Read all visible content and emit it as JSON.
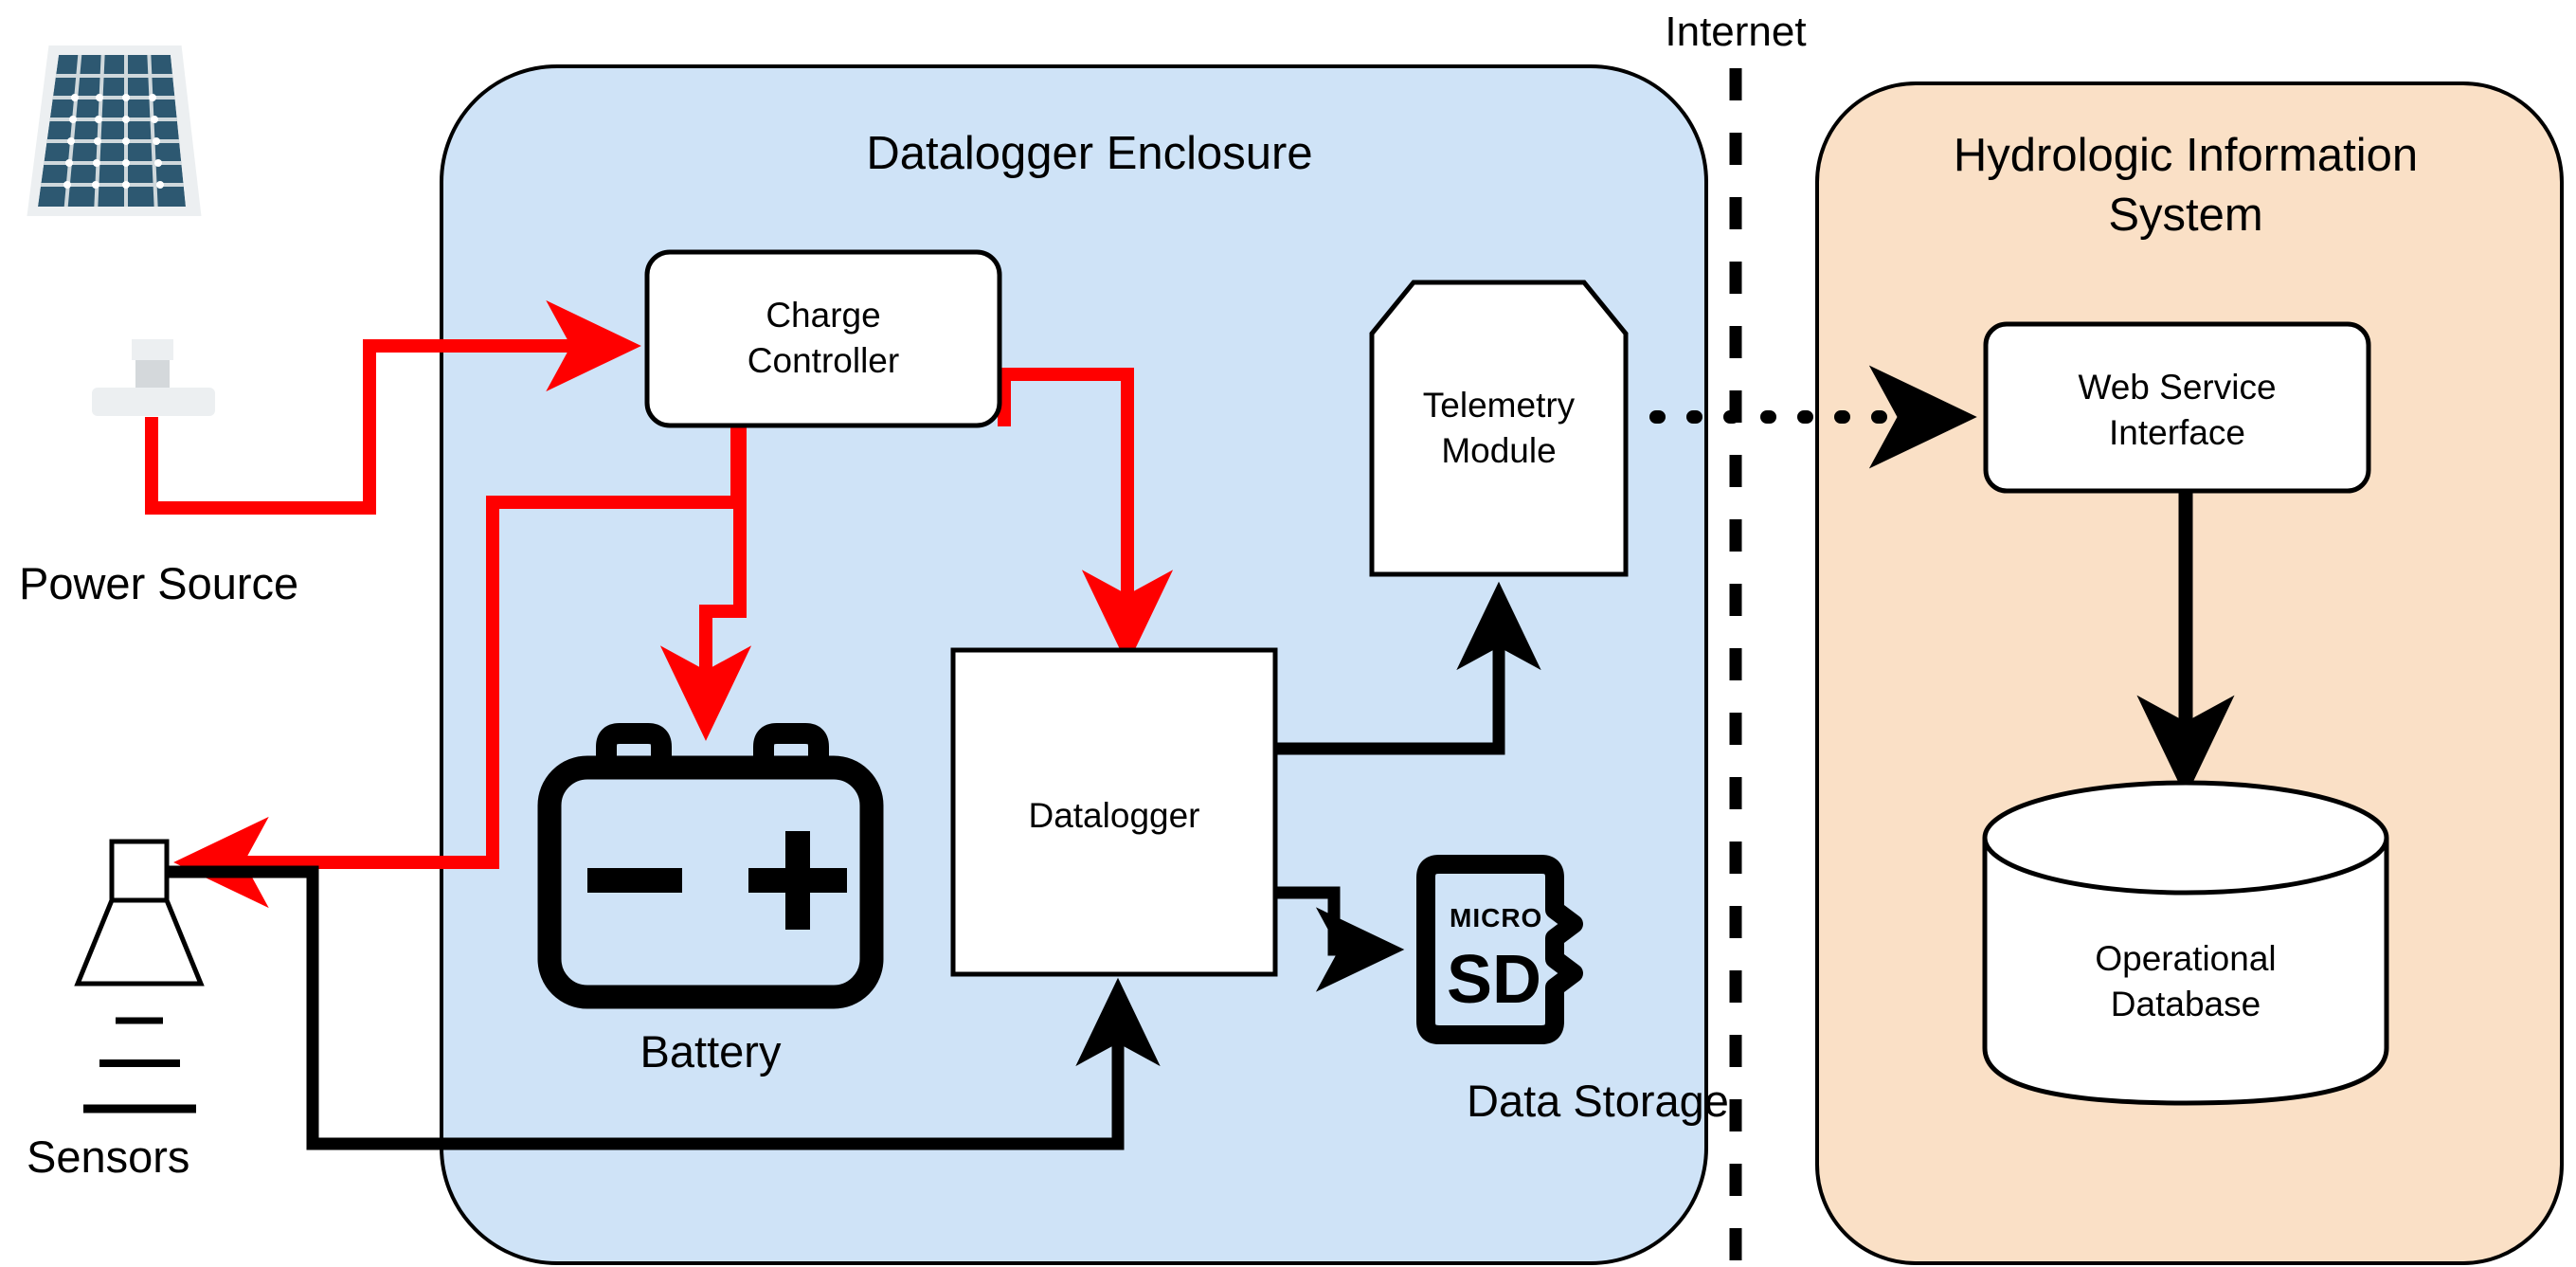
{
  "diagram": {
    "title_internet_divider": "Internet",
    "colors": {
      "enclosure_fill": "#cfe3f7",
      "his_fill": "#fae0c6",
      "box_fill": "#ffffff",
      "stroke": "#000000",
      "power_wire": "#ff0000",
      "data_wire": "#000000",
      "panel_cell": "#2d5871",
      "panel_frame": "#eceff1",
      "panel_grid": "#cfd8dc",
      "panel_post": "#d4d8db",
      "background": "#ffffff"
    }
  },
  "field_station": {
    "power_source": {
      "label": "Power Source",
      "icon": "solar-panel-icon"
    },
    "sensors": {
      "label": "Sensors",
      "icon": "sensor-icon"
    }
  },
  "enclosure": {
    "title": "Datalogger Enclosure",
    "nodes": {
      "charge_controller": {
        "line1": "Charge",
        "line2": "Controller"
      },
      "telemetry_module": {
        "line1": "Telemetry",
        "line2": "Module"
      },
      "datalogger": {
        "label": "Datalogger"
      },
      "battery": {
        "label": "Battery",
        "minus": "minus-symbol",
        "plus": "plus-symbol"
      },
      "data_storage": {
        "label": "Data Storage",
        "card_small_text": "MICRO",
        "card_big_text": "SD"
      }
    }
  },
  "his": {
    "title_line1": "Hydrologic Information",
    "title_line2": "System",
    "nodes": {
      "web_service_interface": {
        "line1": "Web Service",
        "line2": "Interface"
      },
      "operational_database": {
        "line1": "Operational",
        "line2": "Database"
      }
    }
  },
  "connections": {
    "power_wires": [
      "solar-panel-to-charge-controller",
      "charge-controller-to-battery",
      "charge-controller-to-datalogger",
      "charge-controller-to-sensors"
    ],
    "data_wires": [
      "sensors-to-datalogger",
      "datalogger-to-telemetry-module",
      "datalogger-to-data-storage",
      "telemetry-module-to-web-service-interface",
      "web-service-interface-to-operational-database"
    ]
  }
}
